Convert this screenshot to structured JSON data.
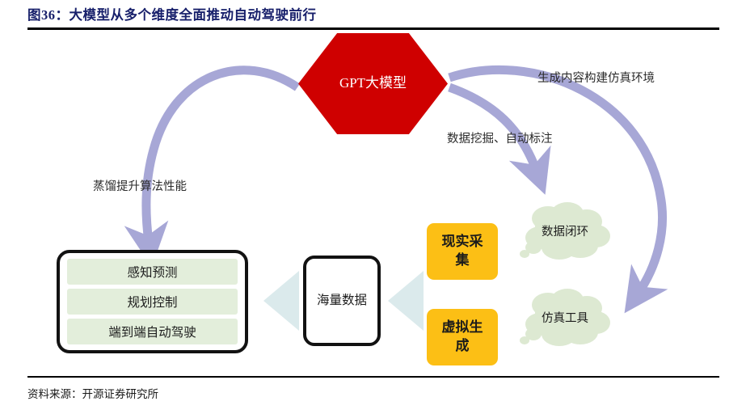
{
  "figure": {
    "number_label": "图36：",
    "title": "图36：大模型从多个维度全面推动自动驾驶前行",
    "source": "资料来源：开源证券研究所"
  },
  "colors": {
    "title": "#18206b",
    "hexagon": "#cf0000",
    "arrow_purple": "#a7a7d6",
    "chevron_blue": "#dbeaec",
    "capability_green": "#e3eedb",
    "yellow_box": "#fcbf15",
    "cloud_green": "#dde9d2",
    "rule": "#000000"
  },
  "nodes": {
    "hexagon": {
      "label": "GPT大模型"
    },
    "capability_box": {
      "items": [
        {
          "label": "感知预测"
        },
        {
          "label": "规划控制"
        },
        {
          "label": "端到端自动驾驶"
        }
      ]
    },
    "data_box": {
      "label": "海量数据"
    },
    "collection_boxes": [
      {
        "name": "real-collection",
        "label": "现实采集"
      },
      {
        "name": "virtual-generation",
        "label": "虚拟生成"
      }
    ],
    "clouds": [
      {
        "name": "data-closed-loop",
        "label": "数据闭环"
      },
      {
        "name": "simulation-tool",
        "label": "仿真工具"
      }
    ]
  },
  "edges": {
    "distill": {
      "label": "蒸馏提升算法性能"
    },
    "mining": {
      "label": "数据挖掘、自动标注"
    },
    "simulation": {
      "label": "生成内容构建仿真环境"
    }
  },
  "icons": {
    "cloud": "cloud-shape-icon",
    "chevron_left": "chevron-left-icon",
    "arrow_curved": "curved-arrow-icon"
  }
}
